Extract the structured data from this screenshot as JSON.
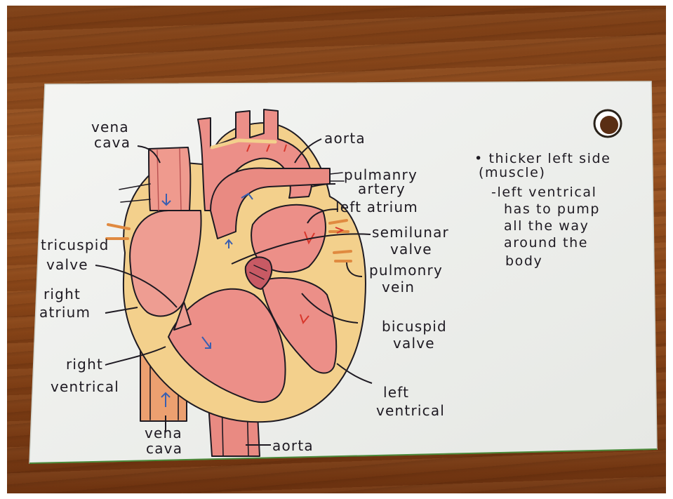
{
  "labels": {
    "vena_cava_top_1": "vena",
    "vena_cava_top_2": "cava",
    "aorta_top": "aorta",
    "pulmonary_artery_1": "pulmanry",
    "pulmonary_artery_2": "artery",
    "left_atrium": "left atrium",
    "semilunar_1": "semilunar",
    "semilunar_2": "valve",
    "pulmonary_vein_1": "pulmonry",
    "pulmonary_vein_2": "vein",
    "bicuspid_1": "bicuspid",
    "bicuspid_2": "valve",
    "left_ventricle_1": "left",
    "left_ventricle_2": "ventrical",
    "aorta_bottom": "aorta",
    "vena_cava_bottom_1": "vena",
    "vena_cava_bottom_2": "cava",
    "right_ventricle_1": "right",
    "right_ventricle_2": "ventrical",
    "right_atrium_1": "right",
    "right_atrium_2": "atrium",
    "tricuspid_1": "tricuspid",
    "tricuspid_2": "valve"
  },
  "notes": {
    "line1": "• thicker left side",
    "line2": "(muscle)",
    "line3": "-left ventrical",
    "line4": "has to pump",
    "line5": "all the way",
    "line6": "around the",
    "line7": "body"
  },
  "colors": {
    "card": "#f1f2f0",
    "muscle": "#f2d48e",
    "chamber": "#ec8f88",
    "vessel": "#e98a82",
    "ink": "#1e1a22",
    "blue_arrow": "#3a5fb0",
    "red_arrow": "#d8372c"
  }
}
